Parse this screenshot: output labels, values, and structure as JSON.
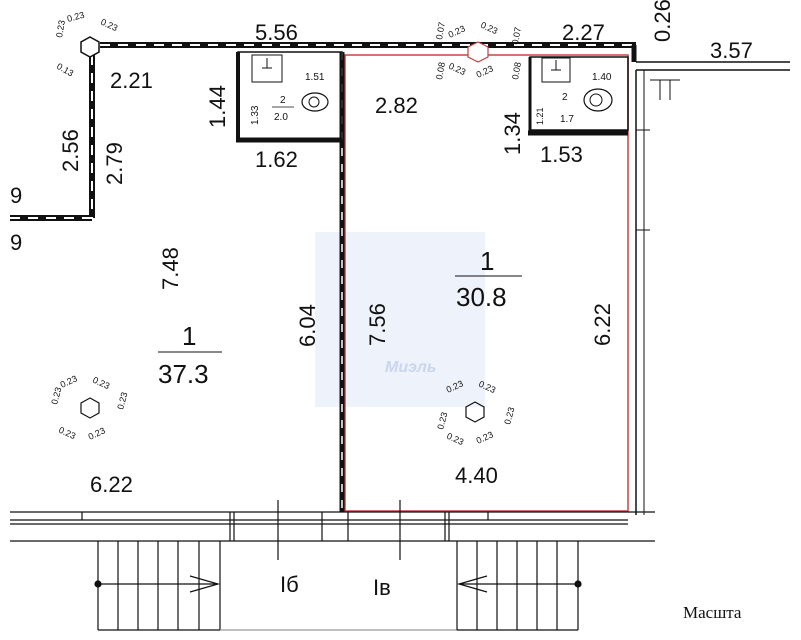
{
  "plan": {
    "top_left_column": {
      "labels": [
        "0.23",
        "0.23",
        "0.23",
        "0.13"
      ]
    },
    "top_mid_column": {
      "labels": [
        "0.07",
        "0.23",
        "0.23",
        "0.07",
        "0.08",
        "0.23",
        "0.23",
        "0.08"
      ]
    },
    "room_left": {
      "number": "1",
      "area": "37.3",
      "dims": {
        "top_wall": "5.56",
        "top": "2.21",
        "left_outer": "2.56",
        "left_inner": "2.79",
        "side": "7.48",
        "partition": "6.04",
        "bottom": "6.22",
        "edge_a": "9",
        "edge_b": "9"
      },
      "column_labels": [
        "0.23",
        "0.23",
        "0.23",
        "0.23",
        "0.23",
        "0.23"
      ]
    },
    "wc_left": {
      "number": "2",
      "area": "2.0",
      "depth": "1.44",
      "inner_depth": "1.33",
      "width": "1.62",
      "fixture": "1.51"
    },
    "room_right": {
      "number": "1",
      "area": "30.8",
      "dims": {
        "top": "2.82",
        "left": "7.56",
        "right": "6.22",
        "bottom": "4.40",
        "top_wall": "2.27",
        "wall_thickness": "0.26",
        "outside": "3.57"
      },
      "column_labels": [
        "0.23",
        "0.23",
        "0.23",
        "0.23",
        "0.23",
        "0.23"
      ]
    },
    "wc_right": {
      "number": "2",
      "area": "1.7",
      "depth": "1.34",
      "inner_depth": "1.21",
      "width": "1.53",
      "fixture": "1.40"
    },
    "entrances": {
      "left": "Iб",
      "right": "Iв"
    },
    "scale_label": "Масшта",
    "watermark": "Миэль",
    "colors": {
      "wall": "#111111",
      "highlight": "#d04040",
      "watermark": "#c8d6ee"
    }
  }
}
